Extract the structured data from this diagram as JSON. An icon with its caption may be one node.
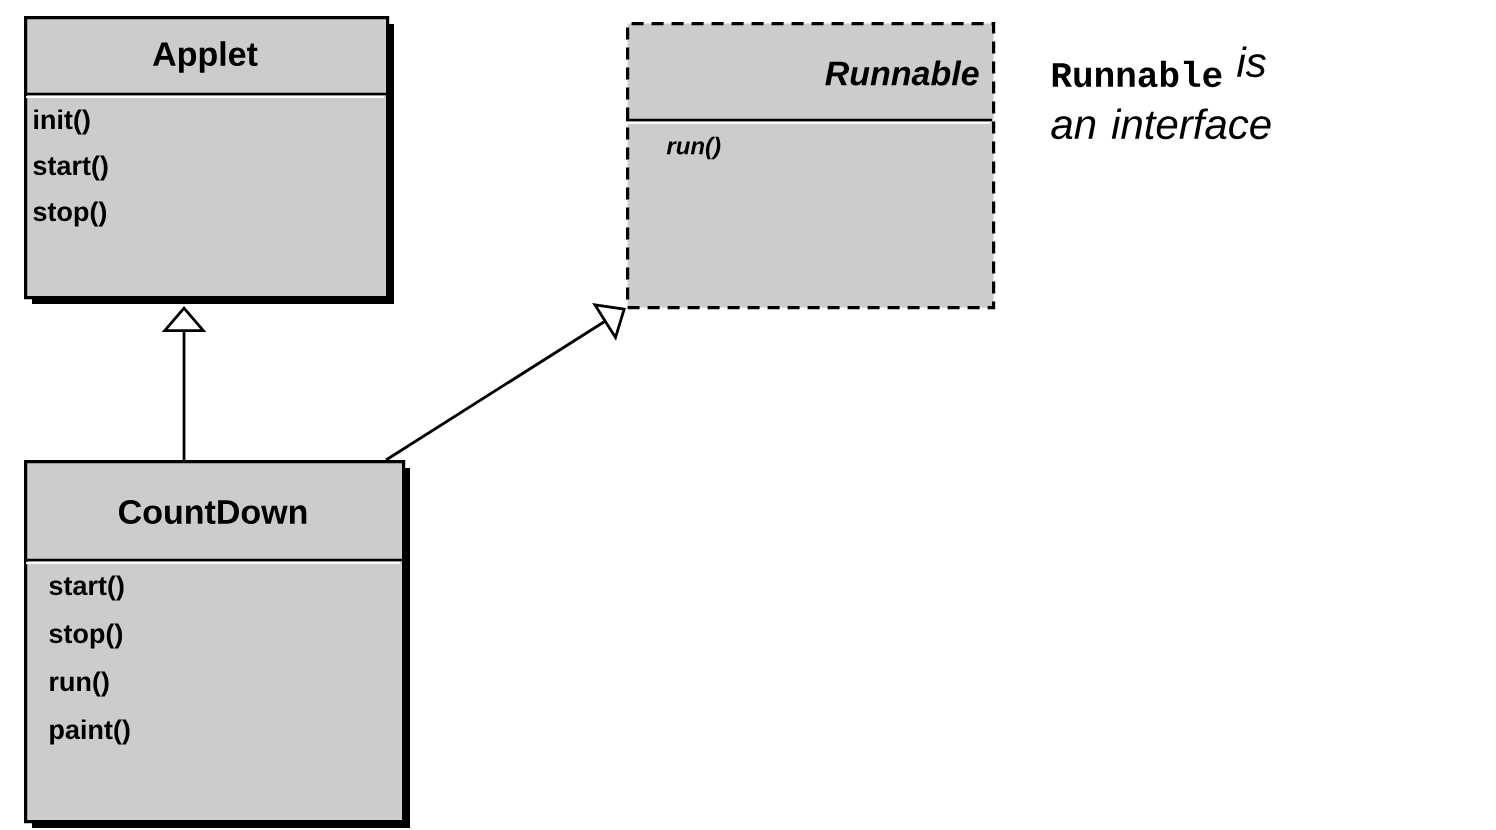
{
  "diagram": {
    "nodes": [
      {
        "text": [
          "Applet",
          "init()",
          "start()",
          "stop()"
        ]
      },
      {
        "text": [
          "Runnable",
          "run()"
        ]
      },
      {
        "text": [
          "CountDown",
          "start()",
          "stop()",
          "run()",
          "paint()"
        ]
      }
    ],
    "edges": [
      {
        "from": 2,
        "to": 0,
        "arrow": "to"
      },
      {
        "from": 2,
        "to": 1,
        "arrow": "to"
      }
    ],
    "labels": [
      "Runnable",
      "is an interface"
    ]
  }
}
